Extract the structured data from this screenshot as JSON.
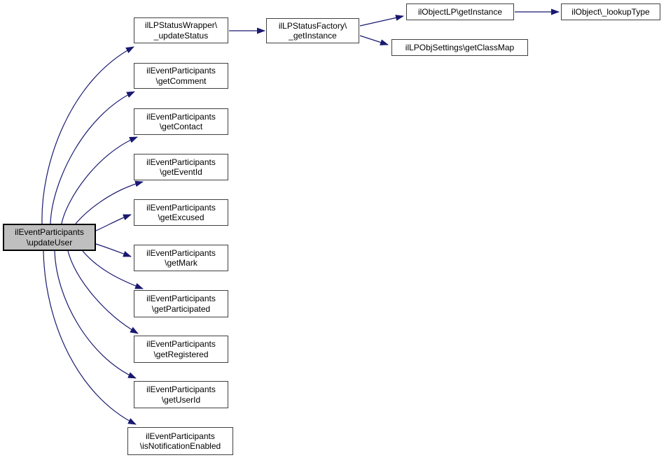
{
  "graph": {
    "type": "call-graph",
    "colors": {
      "edge": "#191970",
      "node_border": "#404040",
      "node_fill": "#ffffff",
      "selected_fill": "#bfbfbf",
      "text": "#000000",
      "background": "#ffffff"
    },
    "nodes": [
      {
        "line1": "ilEventParticipants",
        "line2": "\\updateUser",
        "selected": true
      },
      {
        "line1": "ilLPStatusWrapper\\",
        "line2": "_updateStatus"
      },
      {
        "line1": "ilEventParticipants",
        "line2": "\\getComment"
      },
      {
        "line1": "ilEventParticipants",
        "line2": "\\getContact"
      },
      {
        "line1": "ilEventParticipants",
        "line2": "\\getEventId"
      },
      {
        "line1": "ilEventParticipants",
        "line2": "\\getExcused"
      },
      {
        "line1": "ilEventParticipants",
        "line2": "\\getMark"
      },
      {
        "line1": "ilEventParticipants",
        "line2": "\\getParticipated"
      },
      {
        "line1": "ilEventParticipants",
        "line2": "\\getRegistered"
      },
      {
        "line1": "ilEventParticipants",
        "line2": "\\getUserId"
      },
      {
        "line1": "ilEventParticipants",
        "line2": "\\isNotificationEnabled"
      },
      {
        "line1": "ilLPStatusFactory\\",
        "line2": "_getInstance"
      },
      {
        "line1": "ilObjectLP\\getInstance"
      },
      {
        "line1": "ilLPObjSettings\\getClassMap"
      },
      {
        "line1": "ilObject\\_lookupType"
      }
    ],
    "edges": [
      {
        "from": 0,
        "to": 1
      },
      {
        "from": 0,
        "to": 2
      },
      {
        "from": 0,
        "to": 3
      },
      {
        "from": 0,
        "to": 4
      },
      {
        "from": 0,
        "to": 5
      },
      {
        "from": 0,
        "to": 6
      },
      {
        "from": 0,
        "to": 7
      },
      {
        "from": 0,
        "to": 8
      },
      {
        "from": 0,
        "to": 9
      },
      {
        "from": 0,
        "to": 10
      },
      {
        "from": 1,
        "to": 11
      },
      {
        "from": 11,
        "to": 12
      },
      {
        "from": 11,
        "to": 13
      },
      {
        "from": 12,
        "to": 14
      }
    ]
  }
}
